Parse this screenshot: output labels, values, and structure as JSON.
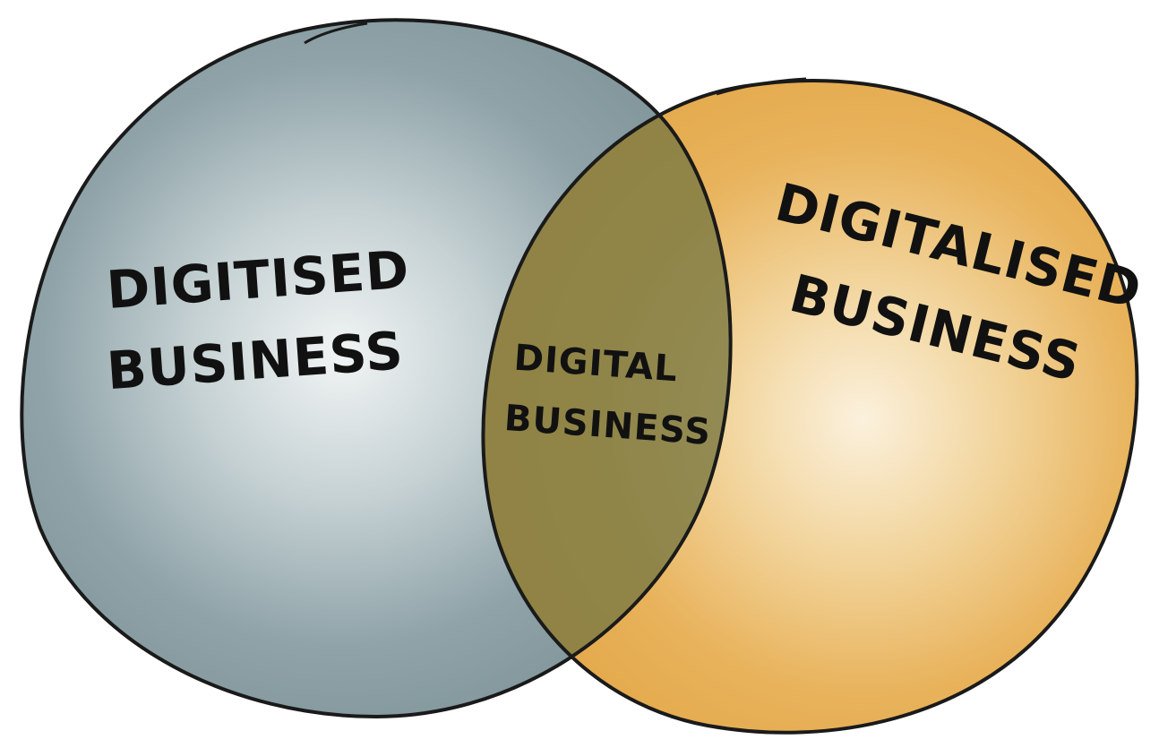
{
  "diagram": {
    "type": "venn",
    "sets": [
      {
        "key": "left",
        "lines": [
          "DIGITISED",
          "BUSINESS"
        ],
        "color": "#8fa3a8"
      },
      {
        "key": "right",
        "lines": [
          "DIGITALISED",
          "BUSINESS"
        ],
        "color": "#e8b35c"
      }
    ],
    "intersection": {
      "lines": [
        "DIGITAL",
        "BUSINESS"
      ],
      "color": "#8a8750"
    },
    "outline_color": "#1a1a1a",
    "background": "#ffffff"
  }
}
